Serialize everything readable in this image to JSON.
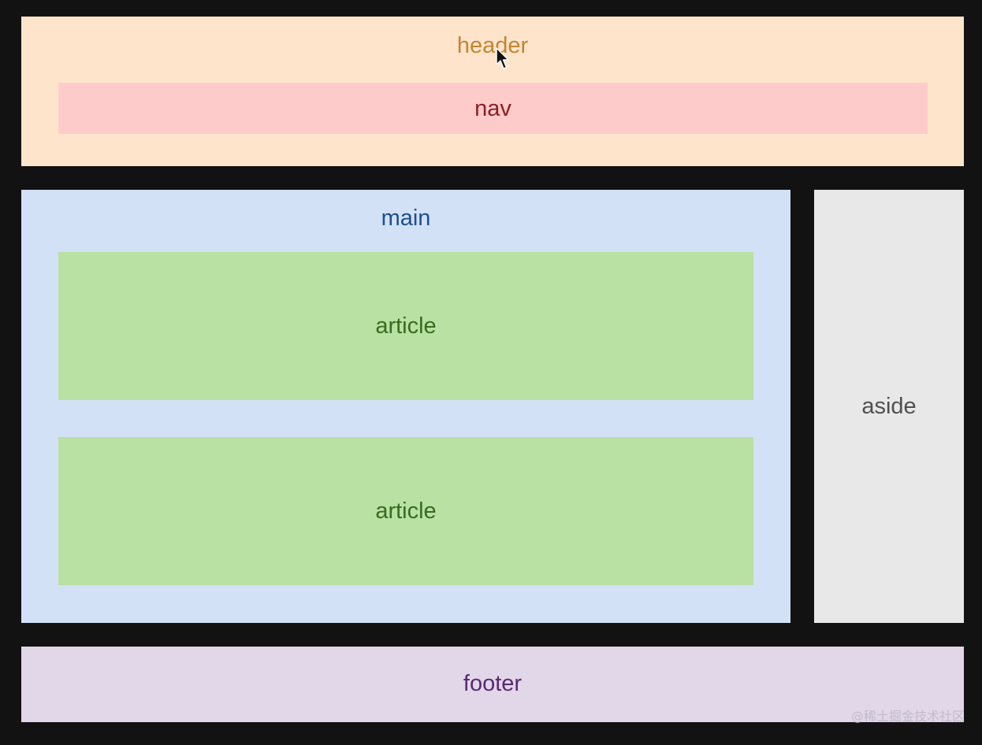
{
  "layout": {
    "header": {
      "label": "header"
    },
    "nav": {
      "label": "nav"
    },
    "main": {
      "label": "main"
    },
    "articles": [
      {
        "label": "article"
      },
      {
        "label": "article"
      }
    ],
    "aside": {
      "label": "aside"
    },
    "footer": {
      "label": "footer"
    }
  },
  "watermark": "@稀土掘金技术社区",
  "colors": {
    "page_background": "#121212",
    "header": "#fde4cb",
    "nav": "#fdccca",
    "main": "#d2e1f5",
    "article": "#b9e1a3",
    "aside": "#e8e8e8",
    "footer": "#e2d6e9"
  },
  "icons": {
    "cursor": "mouse-pointer-icon"
  }
}
